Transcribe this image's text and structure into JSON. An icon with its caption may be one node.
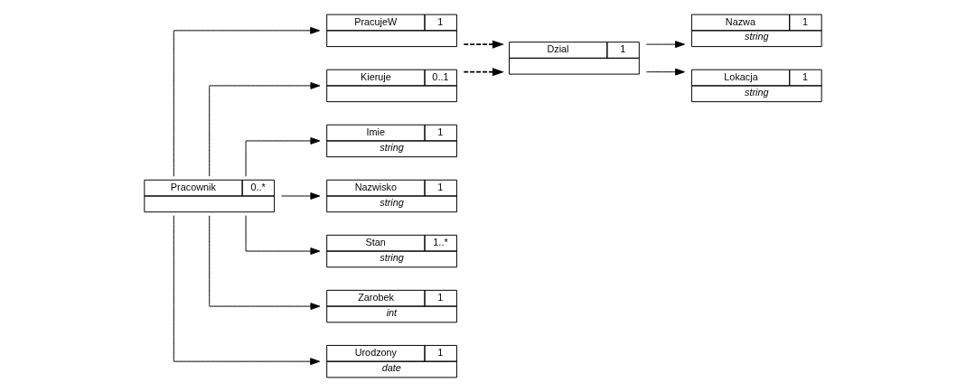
{
  "diagram": {
    "nodes": [
      {
        "text": [
          "Pracownik",
          "0..*"
        ]
      },
      {
        "text": [
          "PracujeW",
          "1"
        ]
      },
      {
        "text": [
          "Kieruje",
          "0..1"
        ]
      },
      {
        "text": [
          "Dzial",
          "1"
        ]
      },
      {
        "text": [
          "Imie",
          "1",
          "string"
        ]
      },
      {
        "text": [
          "Nazwisko",
          "1",
          "string"
        ]
      },
      {
        "text": [
          "Stan",
          "1..*",
          "string"
        ]
      },
      {
        "text": [
          "Zarobek",
          "1",
          "int"
        ]
      },
      {
        "text": [
          "Urodzony",
          "1",
          "date"
        ]
      },
      {
        "text": [
          "Nazwa",
          "1",
          "string"
        ]
      },
      {
        "text": [
          "Lokacja",
          "1",
          "string"
        ]
      }
    ],
    "edges": [
      {
        "from": 0,
        "to": 1,
        "arrow": "to"
      },
      {
        "from": 0,
        "to": 2,
        "arrow": "to"
      },
      {
        "from": 1,
        "to": 3,
        "arrow": "to",
        "style": "dashed"
      },
      {
        "from": 2,
        "to": 3,
        "arrow": "to",
        "style": "dashed"
      },
      {
        "from": 0,
        "to": 4,
        "arrow": "to"
      },
      {
        "from": 0,
        "to": 5,
        "arrow": "to"
      },
      {
        "from": 0,
        "to": 6,
        "arrow": "to"
      },
      {
        "from": 0,
        "to": 7,
        "arrow": "to"
      },
      {
        "from": 0,
        "to": 8,
        "arrow": "to"
      },
      {
        "from": 3,
        "to": 9,
        "arrow": "to"
      },
      {
        "from": 3,
        "to": 10,
        "arrow": "to"
      }
    ]
  }
}
